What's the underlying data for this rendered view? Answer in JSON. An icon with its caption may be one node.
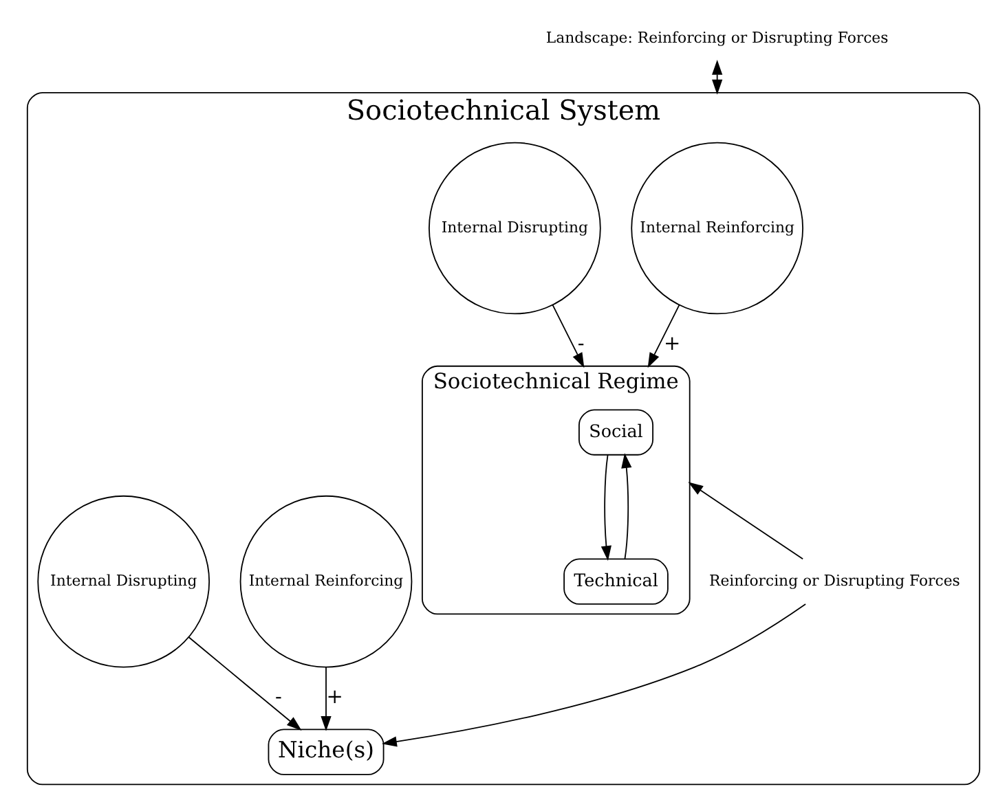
{
  "diagram": {
    "nodes": [
      {
        "text": [
          "Landscape: Reinforcing or Disrupting Forces"
        ]
      },
      {
        "text": [
          "Sociotechnical System"
        ]
      },
      {
        "text": [
          "Internal Reinforcing"
        ],
        "in": 1
      },
      {
        "text": [
          "Sociotechnical Regime"
        ],
        "in": 1
      },
      {
        "text": [
          "Social"
        ],
        "in": 3
      },
      {
        "text": [
          "Technical"
        ],
        "in": 3
      },
      {
        "text": [
          "Internal Disrupting"
        ],
        "in": 1
      },
      {
        "text": [
          "Reinforcing or Disrupting Forces"
        ],
        "in": 1
      },
      {
        "text": [
          "Internal Reinforcing"
        ],
        "in": 1
      },
      {
        "text": [
          "Niche(s)"
        ],
        "in": 1
      },
      {
        "text": [
          "Internal Disrupting"
        ],
        "in": 1
      }
    ],
    "edges": [
      {
        "from": 0,
        "to": 1,
        "arrow": "both"
      },
      {
        "from": 2,
        "to": 3,
        "arrow": "to",
        "label": "+"
      },
      {
        "from": 6,
        "to": 3,
        "arrow": "to",
        "label": "-"
      },
      {
        "from": 4,
        "to": 5,
        "arrow": "to"
      },
      {
        "from": 5,
        "to": 4,
        "arrow": "to"
      },
      {
        "from": 7,
        "to": 3,
        "arrow": "to"
      },
      {
        "from": 7,
        "to": 9,
        "arrow": "to"
      },
      {
        "from": 8,
        "to": 9,
        "arrow": "to",
        "label": "+"
      },
      {
        "from": 10,
        "to": 9,
        "arrow": "to",
        "label": "-"
      }
    ]
  }
}
